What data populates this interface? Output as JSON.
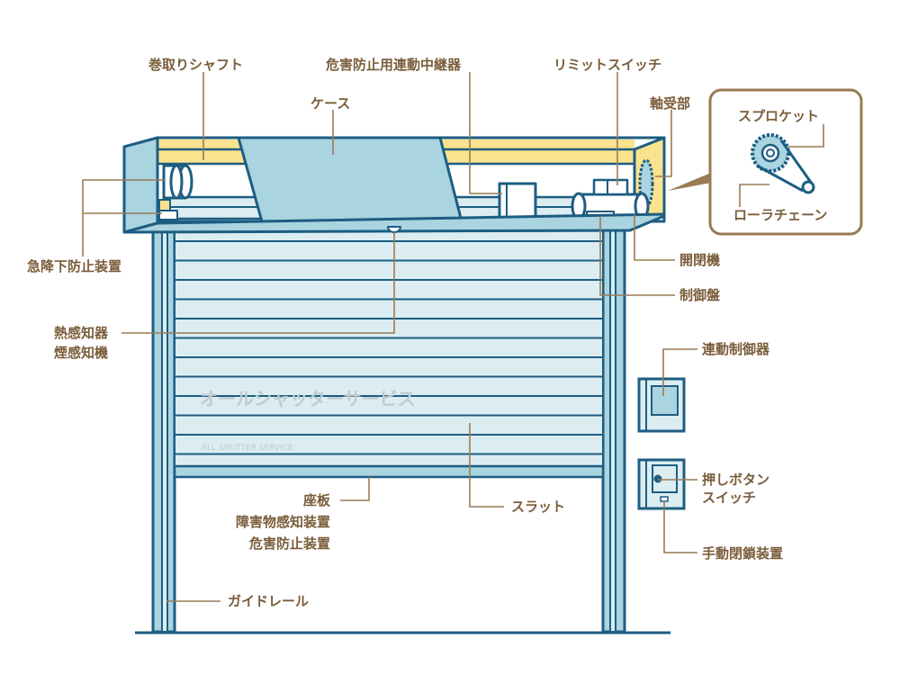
{
  "watermark": {
    "text": "オールシャッターサービス",
    "subtext": "ALL SHUTTER SERVICE"
  },
  "colors": {
    "outline": "#1d5d82",
    "light_blue": "#a9d4e0",
    "pale_blue": "#dcedf2",
    "yellow": "#fbe28e",
    "label": "#7a5d3a",
    "leader": "#9a7b55"
  },
  "labels": {
    "shaft": "巻取りシャフト",
    "relay": "危害防止用連動中継器",
    "limit_switch": "リミットスイッチ",
    "case": "ケース",
    "bearing": "軸受部",
    "fall_prevention": "急降下防止装置",
    "sensor_line1": "熱感知器",
    "sensor_line2": "煙感知機",
    "motor": "開閉機",
    "control_panel": "制御盤",
    "interlock_controller": "連動制御器",
    "push_button_line1": "押しボタン",
    "push_button_line2": "スイッチ",
    "manual_close": "手動閉鎖装置",
    "bottom_bar_line1": "座板",
    "bottom_bar_line2": "障害物感知装置",
    "bottom_bar_line3": "危害防止装置",
    "slat": "スラット",
    "guide_rail": "ガイドレール"
  },
  "callout": {
    "sprocket": "スプロケット",
    "roller_chain": "ローラチェーン"
  }
}
